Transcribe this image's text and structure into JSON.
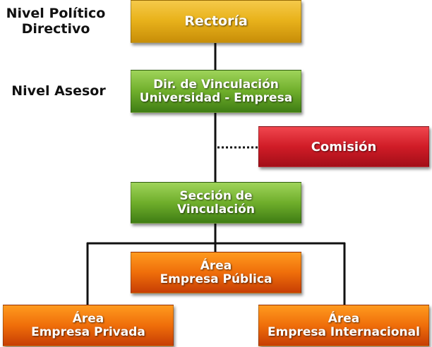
{
  "levels": {
    "politico": [
      "Nivel Político",
      "Directivo"
    ],
    "asesor": "Nivel Asesor"
  },
  "boxes": {
    "rectoria": [
      "Rectoría"
    ],
    "direccion": [
      "Dir. de Vinculación",
      "Universidad - Empresa"
    ],
    "comision": [
      "Comisión"
    ],
    "seccion": [
      "Sección de",
      "Vinculación"
    ],
    "area_publica": [
      "Área",
      "Empresa Pública"
    ],
    "area_privada": [
      "Área",
      "Empresa Privada"
    ],
    "area_internacional": [
      "Área",
      "Empresa Internacional"
    ]
  },
  "colors": {
    "gold": "#e9b31c",
    "green": "#6fae2b",
    "red": "#d01c27",
    "orange": "#ef6e0a",
    "connector": "#111111"
  }
}
